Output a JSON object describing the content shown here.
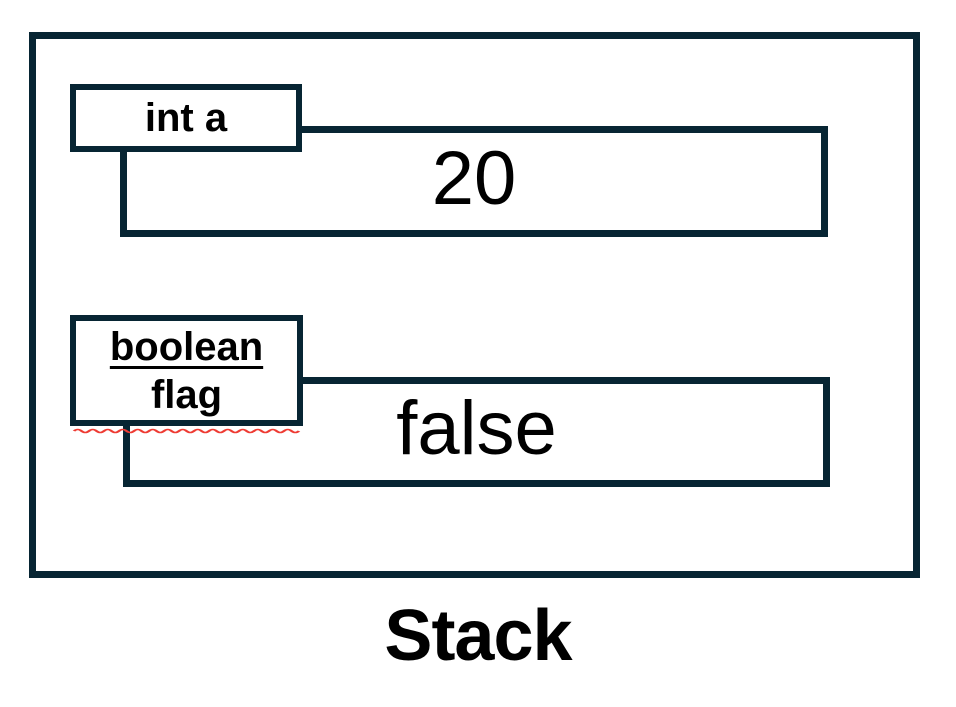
{
  "colors": {
    "outline": "#072533",
    "text": "#000000",
    "spellcheck_squiggle": "#ee3b33",
    "background": "#ffffff"
  },
  "stack": {
    "caption": "Stack",
    "variables": [
      {
        "label": "int a",
        "value": "20"
      },
      {
        "label_line1": "boolean",
        "label_line2": "flag",
        "value": "false"
      }
    ]
  }
}
